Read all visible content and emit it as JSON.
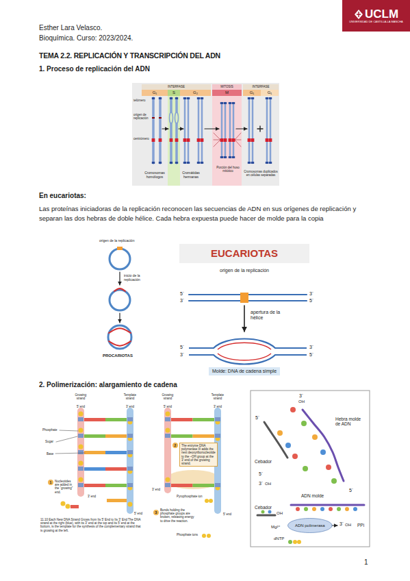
{
  "diagram": {
    "title": "TEMA 2.2. REPLICACIÓN Y TRANSCRIPCIÓN DEL ADN",
    "nodes": [
      {
        "text": [
          "UCLM",
          "UNIVERSIDAD DE CASTILLA-LA MANCHA"
        ]
      },
      {
        "text": [
          "INTERFASE"
        ]
      },
      {
        "text": [
          "G₁"
        ],
        "in": 1
      },
      {
        "text": [
          "S"
        ],
        "in": 1
      },
      {
        "text": [
          "G₂"
        ],
        "in": 1
      },
      {
        "text": [
          "MITOSIS"
        ]
      },
      {
        "text": [
          "M"
        ],
        "in": 5
      },
      {
        "text": [
          "INTERFASE"
        ]
      },
      {
        "text": [
          "G₁"
        ],
        "in": 7
      },
      {
        "text": [
          "G₁"
        ],
        "in": 7
      },
      {
        "text": [
          "ADN polimerasa"
        ]
      },
      {
        "text": [
          "Molde: DNA de cadena simple"
        ]
      }
    ],
    "labels": [
      "Esther Lara Velasco.",
      "Bioquímica. Curso: 2023/2024.",
      "1. Proceso de replicación del ADN",
      "telómero",
      "origen de replicación",
      "centrómero",
      "Cromosomas homólogos",
      "Cromátidas hermanas",
      "Porción del huso mitótico",
      "Cromosomas duplicados en células separadas",
      "En eucariotas:",
      "Las proteínas iniciadoras de la replicación reconocen las secuencias de ADN en sus orígenes de replicación y separan las dos hebras de doble hélice. Cada hebra expuesta puede hacer de molde para la copia",
      "origen de la replicación",
      "inicio de la replicación",
      "PROCARIOTAS",
      "EUCARIOTAS",
      "origen de la replicación",
      "5´",
      "3´",
      "3´",
      "5´",
      "apertura de la hélice",
      "5´",
      "3´",
      "3´",
      "5´",
      "2. Polimerización: alargamiento de cadena",
      "Growing strand",
      "Template strand",
      "5′ end",
      "3′ end",
      "Phosphate",
      "Sugar",
      "Base",
      "1",
      "Nucleotides are added in the “growing” end.",
      "3′ end",
      "5′ end",
      "11.10 Each New DNA Strand Grows from Its 5′ End to Its 3′ End The DNA strand at the right (blue), with its 3′ end at the top and its 5′ end at the bottom, is the template for the synthesis of the complementary strand that is growing at the left.",
      "Growing strand",
      "Template strand",
      "5′ end",
      "3′ end",
      "2",
      "The enzyme DNA polymerase III adds the next deoxyribonucleotide to the –OH group at the 3′ end of the growing strand.",
      "Pyrophosphate ion",
      "3′ end",
      "3",
      "Bonds holding the phosphate groups are broken, releasing energy to drive the reaction.",
      "Phosphate ions",
      "5′ end",
      "3´",
      "OH",
      "5´",
      "Hebra molde de ADN",
      "Cebador",
      "5´",
      "3´",
      "OH",
      "5´",
      "ADN molde",
      "Cebador",
      "OH",
      "Mg²⁺",
      "dNTP",
      "3´",
      "OH",
      "PPi",
      "1"
    ]
  }
}
